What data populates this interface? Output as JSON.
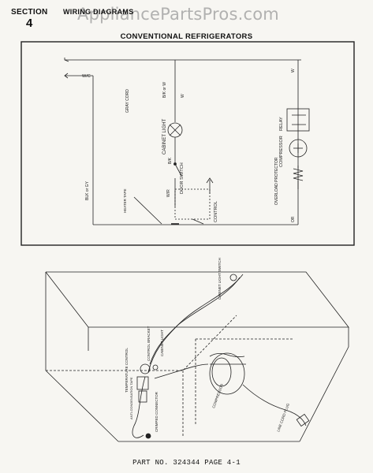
{
  "header": {
    "section_label": "SECTION",
    "section_number": "4",
    "title": "WIRING DIAGRAMS",
    "watermark": "AppliancePartsPros.com",
    "subtitle": "CONVENTIONAL REFRIGERATORS"
  },
  "schematic": {
    "labels": {
      "wc": "W/C",
      "gray_cord": "GRAY CORD",
      "wire_bk_or_w": "B/K or W",
      "wire_w_top": "W",
      "cabinet_light": "CABINET LIGHT",
      "wire_bk_left": "BLK or GY",
      "wire_bk_door": "B/K",
      "door_switch": "DOOR SWITCH",
      "wire_wr": "W/R",
      "heater_tape": "HEATER TAPE",
      "control": "CONTROL",
      "relay": "RELAY",
      "compressor": "COMPRESSOR",
      "overload_protector": "OVERLOAD PROTECTOR",
      "wire_w_right": "W",
      "wire_or": "OR"
    }
  },
  "pictorial": {
    "labels": {
      "cabinet_light_switch": "CABINET LIGHT SWITCH",
      "cabinet_light": "CABINET LIGHT",
      "control_bracket": "CONTROL BRACKET",
      "temperature_control": "TEMPERATURE CONTROL",
      "anti_condensation_tape": "ANTI-CONDENSATION TAPE",
      "crimped_connector": "CRIMPED CONNECTOR",
      "compressor": "COMPRESSOR",
      "line_cord_plug": "LINE CORD PLUG"
    }
  },
  "footer": {
    "part_number": "PART NO. 324344 PAGE 4-1"
  },
  "colors": {
    "ink": "#222222",
    "paper": "#f7f6f2",
    "watermark": "#9a9a9a"
  }
}
